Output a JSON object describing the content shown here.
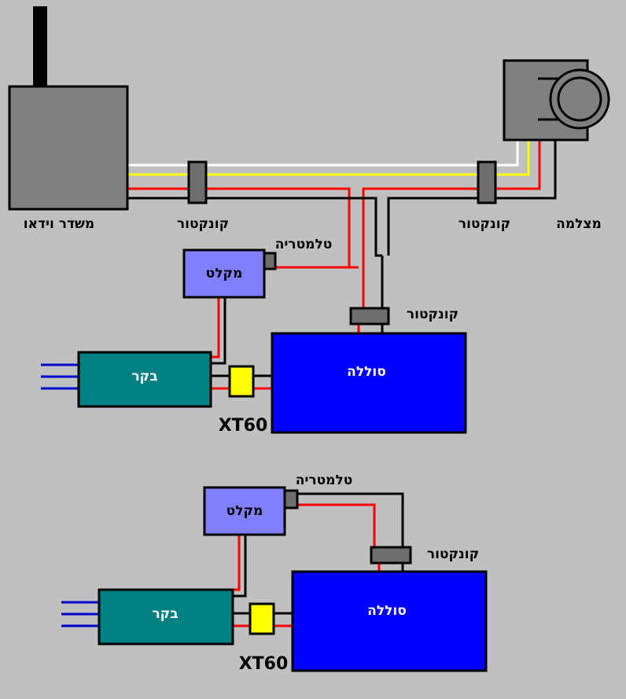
{
  "labels": {
    "video_tx": "משדר וידאו",
    "connector_1": "קונקטור",
    "connector_2": "קונקטור",
    "camera": "מצלמה",
    "telemetry_1": "טלמטריה",
    "receiver_1": "מקלט",
    "connector_3": "קונקטור",
    "esc_1": "בקר",
    "battery_1": "סוללה",
    "xt60_1": "XT60",
    "telemetry_2": "טלמטריה",
    "receiver_2": "מקלט",
    "connector_4": "קונקטור",
    "esc_2": "בקר",
    "battery_2": "סוללה",
    "xt60_2": "XT60"
  },
  "colors": {
    "background": "#c0c0c0",
    "device_gray": "#808080",
    "connector_gray": "#6e6e6e",
    "receiver_purple": "#8080ff",
    "esc_teal": "#008080",
    "battery_blue": "#0000ff",
    "xt60_yellow": "#ffff00",
    "wire_red": "#ff0000",
    "wire_black": "#000000",
    "wire_white": "#ffffff",
    "wire_yellow": "#ffff00",
    "motor_wire_blue": "#0000cc"
  }
}
